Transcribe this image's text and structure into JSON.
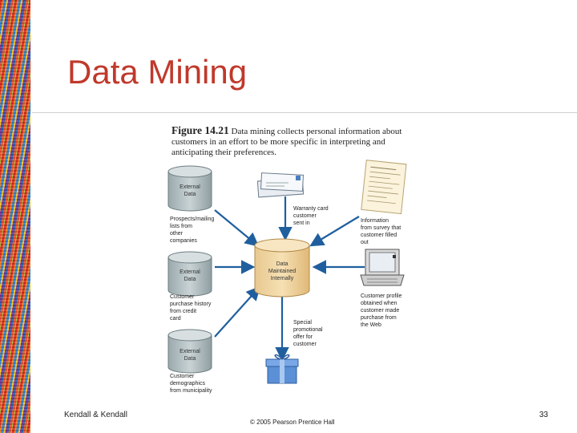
{
  "slide": {
    "title": "Data Mining",
    "footer_left": "Kendall & Kendall",
    "footer_center": "© 2005 Pearson Prentice Hall",
    "page_number": "33"
  },
  "figure": {
    "label": "Figure 14.21",
    "caption": "Data mining collects personal information about customers in an effort to be more specific in interpreting and anticipating their preferences.",
    "center_db": [
      "Data",
      "Maintained",
      "Internally"
    ],
    "left_sources": [
      {
        "db": [
          "External",
          "Data"
        ],
        "label": [
          "Prospects/mailing",
          "lists from",
          "other",
          "companies"
        ]
      },
      {
        "db": [
          "External",
          "Data"
        ],
        "label": [
          "Customer",
          "purchase history",
          "from credit",
          "card"
        ]
      },
      {
        "db": [
          "External",
          "Data"
        ],
        "label": [
          "Customer",
          "demographics",
          "from municipality"
        ]
      }
    ],
    "right_sources": [
      {
        "label": [
          "Information",
          "from survey that",
          "customer filled",
          "out"
        ]
      },
      {
        "label": [
          "Customer profile",
          "obtained when",
          "customer made",
          "purchase from",
          "the Web"
        ]
      }
    ],
    "top_source": {
      "label": [
        "Warranty card",
        "customer",
        "sent in"
      ]
    },
    "bottom_output": {
      "label": [
        "Special",
        "promotional",
        "offer for",
        "customer"
      ]
    }
  }
}
